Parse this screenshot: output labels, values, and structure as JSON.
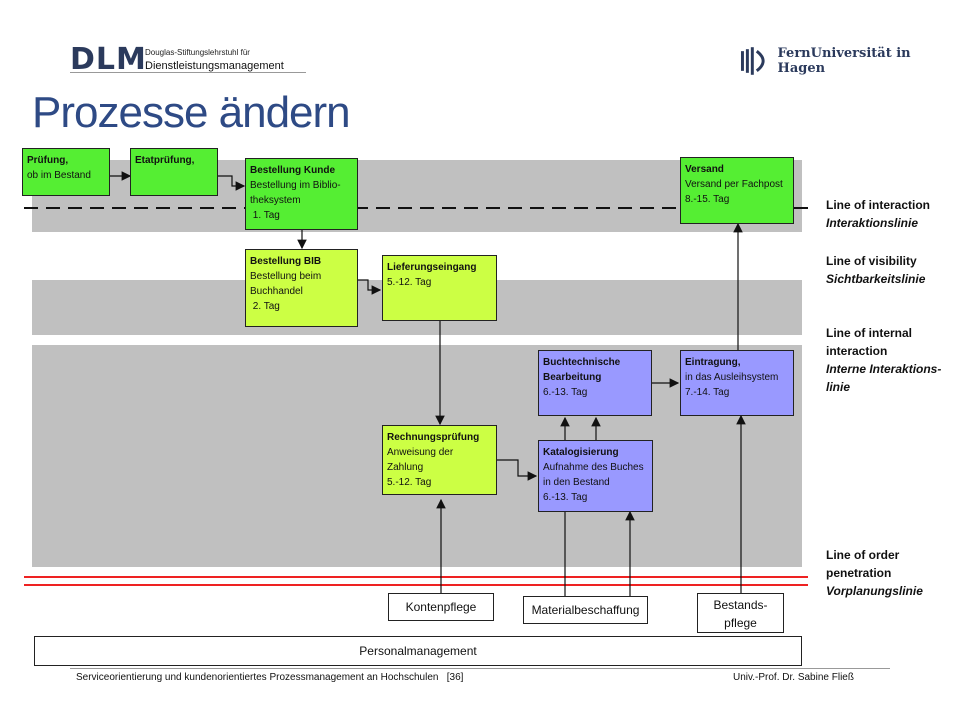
{
  "header": {
    "logo_dlm": "DLM",
    "logo_sub1": "Douglas-Stiftungslehrstuhl für",
    "logo_sub2": "Dienstleistungsmanagement",
    "university": "FernUniversität in Hagen"
  },
  "title": "Prozesse ändern",
  "boxes": {
    "pruefung": {
      "title": "Prüfung,",
      "line1": "ob im Bestand"
    },
    "etatpruefung": {
      "title": "Etatprüfung,"
    },
    "bestellung_kunde": {
      "title": "Bestellung Kunde",
      "line1": "Bestellung im Biblio-",
      "line2": "theksystem",
      "line3": " 1. Tag"
    },
    "versand": {
      "title": "Versand",
      "line1": "Versand per Fachpost",
      "line2": "8.-15. Tag"
    },
    "bestellung_bib": {
      "title": "Bestellung BIB",
      "line1": "Bestellung beim",
      "line2": "Buchhandel",
      "line3": " 2. Tag"
    },
    "lieferungseingang": {
      "title": "Lieferungseingang",
      "line1": "5.-12. Tag"
    },
    "buchtechnische": {
      "title": "Buchtechnische",
      "line1": "Bearbeitung",
      "line2": "6.-13. Tag"
    },
    "eintragung": {
      "title": "Eintragung,",
      "line1": "in das Ausleihsystem",
      "line2": "7.-14. Tag"
    },
    "rechnungspruefung": {
      "title": "Rechnungsprüfung",
      "line1": "Anweisung der",
      "line2": "Zahlung",
      "line3": "5.-12. Tag"
    },
    "katalogisierung": {
      "title": "Katalogisierung",
      "line1": "Aufnahme des Buches",
      "line2": "in den Bestand",
      "line3": "6.-13. Tag"
    }
  },
  "support": {
    "kontenpflege": "Kontenpflege",
    "materialbeschaffung": "Materialbeschaffung",
    "bestandspflege_1": "Bestands-",
    "bestandspflege_2": "pflege",
    "personalmanagement": "Personalmanagement"
  },
  "legend": {
    "interaction_en": "Line of interaction",
    "interaction_de": "Interaktionslinie",
    "visibility_en": "Line of visibility",
    "visibility_de": "Sichtbarkeitslinie",
    "internal_en1": "Line of internal",
    "internal_en2": "interaction",
    "internal_de1": "Interne Interaktions-",
    "internal_de2": "linie",
    "order_en1": "Line of order",
    "order_en2": "penetration",
    "order_de": "Vorplanungslinie"
  },
  "footer": {
    "left": "Serviceorientierung und kundenorientiertes Prozessmanagement an Hochschulen   [36]",
    "right": "Univ.-Prof. Dr. Sabine Fließ"
  },
  "colors": {
    "band": "#c0c0c0",
    "green": "#55ee33",
    "lime": "#ccff44",
    "violet": "#9999ff",
    "order_line": "#ee2222",
    "title": "#2e4a85"
  }
}
